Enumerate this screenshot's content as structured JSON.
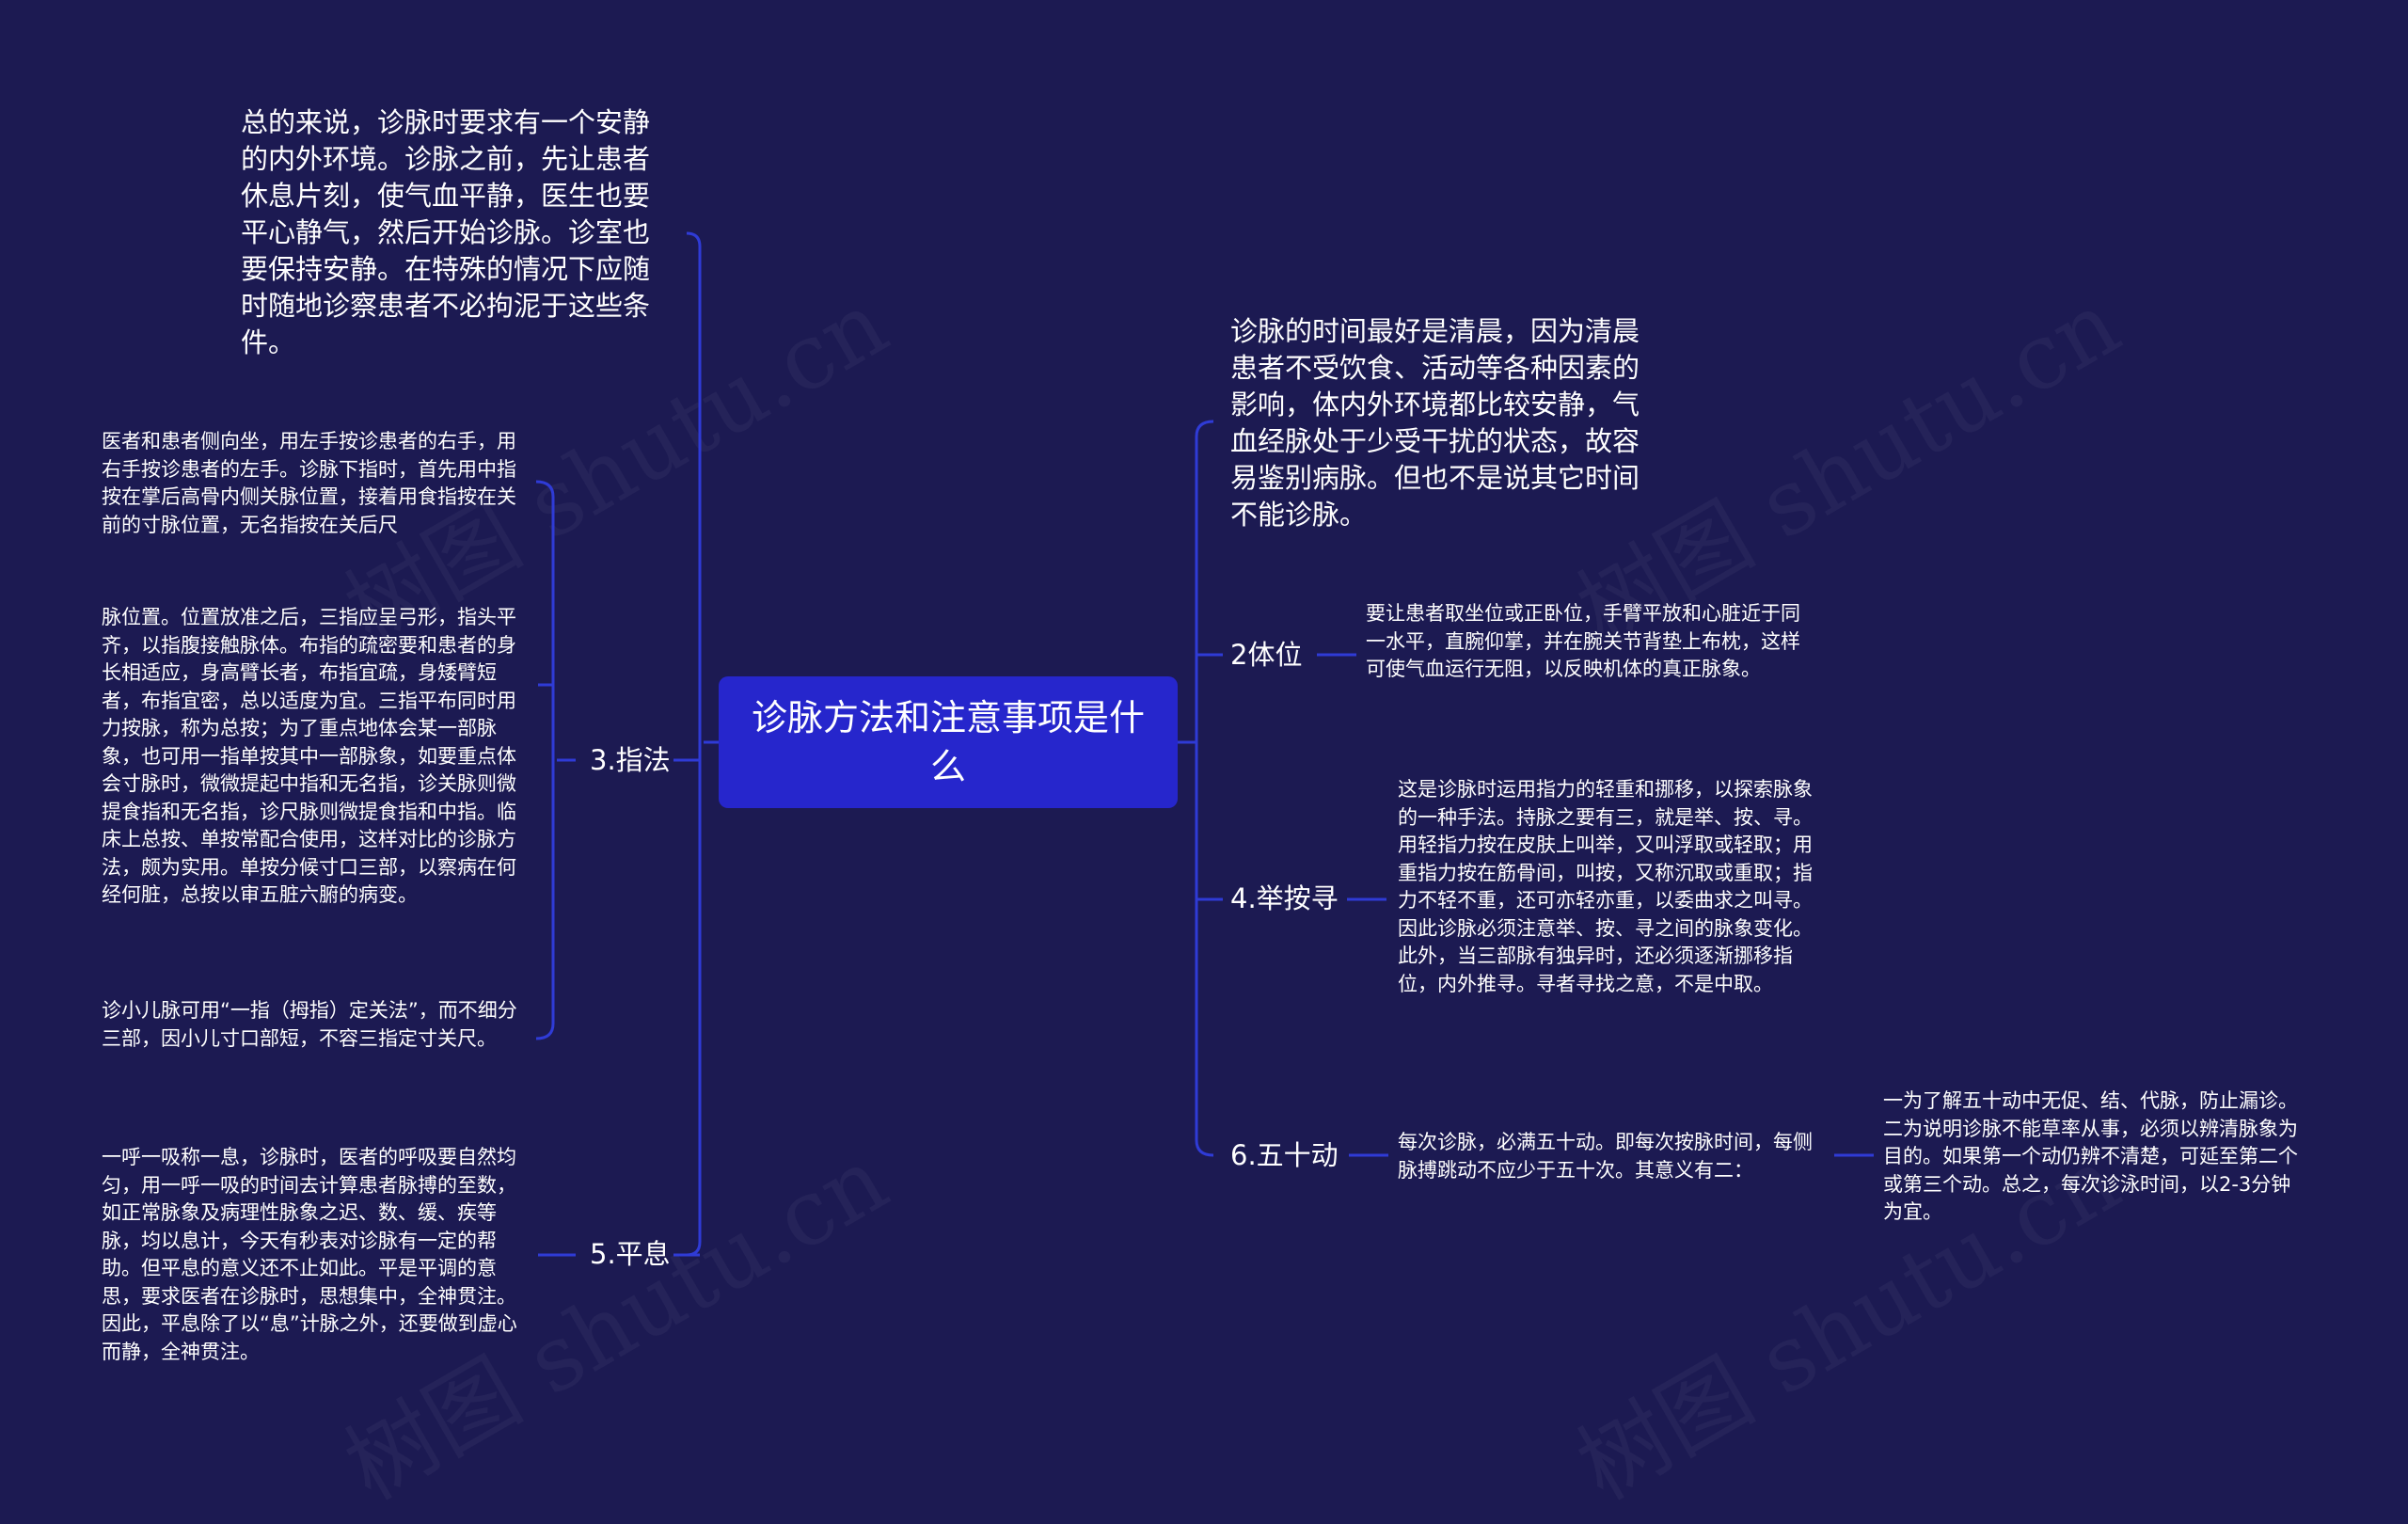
{
  "root": {
    "label": "诊脉方法和注意事项是什么"
  },
  "watermark": "树图 shutu.cn",
  "colors": {
    "background": "#1c1a52",
    "root_fill": "#2626cc",
    "connector": "#2f3bd6",
    "text": "#ffffff"
  },
  "left": {
    "intro": "总的来说，诊脉时要求有一个安静的内外环境。诊脉之前，先让患者休息片刻，使气血平静，医生也要平心静气，然后开始诊脉。诊室也要保持安静。在特殊的情况下应随时随地诊察患者不必拘泥于这些条件。",
    "zhifa": {
      "label": "3.指法",
      "notes": [
        "医者和患者侧向坐，用左手按诊患者的右手，用右手按诊患者的左手。诊脉下指时，首先用中指按在掌后高骨内侧关脉位置，接着用食指按在关前的寸脉位置，无名指按在关后尺",
        "脉位置。位置放准之后，三指应呈弓形，指头平齐，以指腹接触脉体。布指的疏密要和患者的身长相适应，身高臂长者，布指宜疏，身矮臂短者，布指宜密，总以适度为宜。三指平布同时用力按脉，称为总按；为了重点地体会某一部脉象，也可用一指单按其中一部脉象，如要重点体会寸脉时，微微提起中指和无名指，诊关脉则微提食指和无名指，诊尺脉则微提食指和中指。临床上总按、单按常配合使用，这样对比的诊脉方法，颇为实用。单按分候寸口三部，以察病在何经何脏，总按以审五脏六腑的病变。",
        "诊小儿脉可用“一指（拇指）定关法”，而不细分三部，因小儿寸口部短，不容三指定寸关尺。"
      ]
    },
    "pingxi": {
      "label": "5.平息",
      "note": "一呼一吸称一息，诊脉时，医者的呼吸要自然均匀，用一呼一吸的时间去计算患者脉搏的至数，如正常脉象及病理性脉象之迟、数、缓、疾等脉，均以息计，今天有秒表对诊脉有一定的帮助。但平息的意义还不止如此。平是平调的意思，要求医者在诊脉时，思想集中，全神贯注。因此，平息除了以“息”计脉之外，还要做到虚心而静，全神贯注。"
    }
  },
  "right": {
    "time": "诊脉的时间最好是清晨，因为清晨患者不受饮食、活动等各种因素的影响，体内外环境都比较安静，气血经脉处于少受干扰的状态，故容易鉴别病脉。但也不是说其它时间不能诊脉。",
    "tiwei": {
      "label": "2体位",
      "note": "要让患者取坐位或正卧位，手臂平放和心脏近于同一水平，直腕仰掌，并在腕关节背垫上布枕，这样可使气血运行无阻，以反映机体的真正脉象。"
    },
    "juanxun": {
      "label": "4.举按寻",
      "note": "这是诊脉时运用指力的轻重和挪移，以探索脉象的一种手法。持脉之要有三，就是举、按、寻。用轻指力按在皮肤上叫举，又叫浮取或轻取；用重指力按在筋骨间，叫按，又称沉取或重取；指力不轻不重，还可亦轻亦重，以委曲求之叫寻。因此诊脉必须注意举、按、寻之间的脉象变化。此外，当三部脉有独异时，还必须逐渐挪移指位，内外推寻。寻者寻找之意，不是中取。"
    },
    "wushidong": {
      "label": "6.五十动",
      "note": "每次诊脉，必满五十动。即每次按脉时间，每侧脉搏跳动不应少于五十次。其意义有二：",
      "detail": "一为了解五十动中无促、结、代脉，防止漏诊。二为说明诊脉不能草率从事，必须以辨清脉象为目的。如果第一个动仍辨不清楚，可延至第二个或第三个动。总之，每次诊泳时间，以2-3分钟为宜。"
    }
  }
}
